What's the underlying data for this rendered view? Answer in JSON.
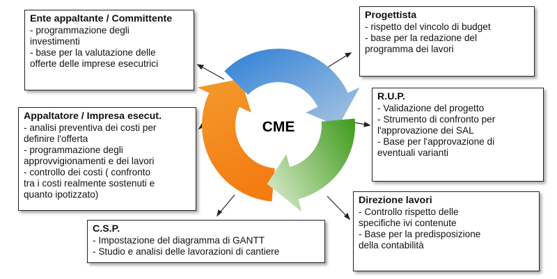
{
  "center_label": "CME",
  "colors": {
    "orange": "#f28a1e",
    "blue": "#3f86d1",
    "green": "#4ea425",
    "box_border": "#222222"
  },
  "boxes": {
    "ente": {
      "title": "Ente appaltante / Committente",
      "items": [
        "programmazione degli\ninvestimenti",
        "base per la valutazione delle\nofferte delle imprese esecutrici"
      ]
    },
    "progettista": {
      "title": "Progettista",
      "items": [
        "rispetto del vincolo di budget",
        "base per la redazione del\nprogramma dei lavori"
      ]
    },
    "rup": {
      "title": "R.U.P.",
      "items": [
        "Validazione del progetto",
        "Strumento di confronto per\nl'approvazione dei SAL",
        "Base per l'approvazione di\neventuali varianti"
      ]
    },
    "appaltatore": {
      "title": "Appaltatore / Impresa esecut.",
      "items": [
        "analisi preventiva dei costi per\ndefinire l'offerta",
        "programmazione degli\napprovvigionamenti e dei lavori",
        "controllo dei costi ( confronto\ntra i costi realmente sostenuti e\nquanto ipotizzato)"
      ]
    },
    "csp": {
      "title": "C.S.P.",
      "items": [
        "Impostazione del diagramma di GANTT",
        "Studio e analisi delle lavorazioni di cantiere"
      ]
    },
    "dl": {
      "title": "Direzione lavori",
      "items": [
        "Controllo rispetto delle\nspecifiche ivi contenute",
        "Base per la predisposizione\ndella contabilità"
      ]
    }
  }
}
